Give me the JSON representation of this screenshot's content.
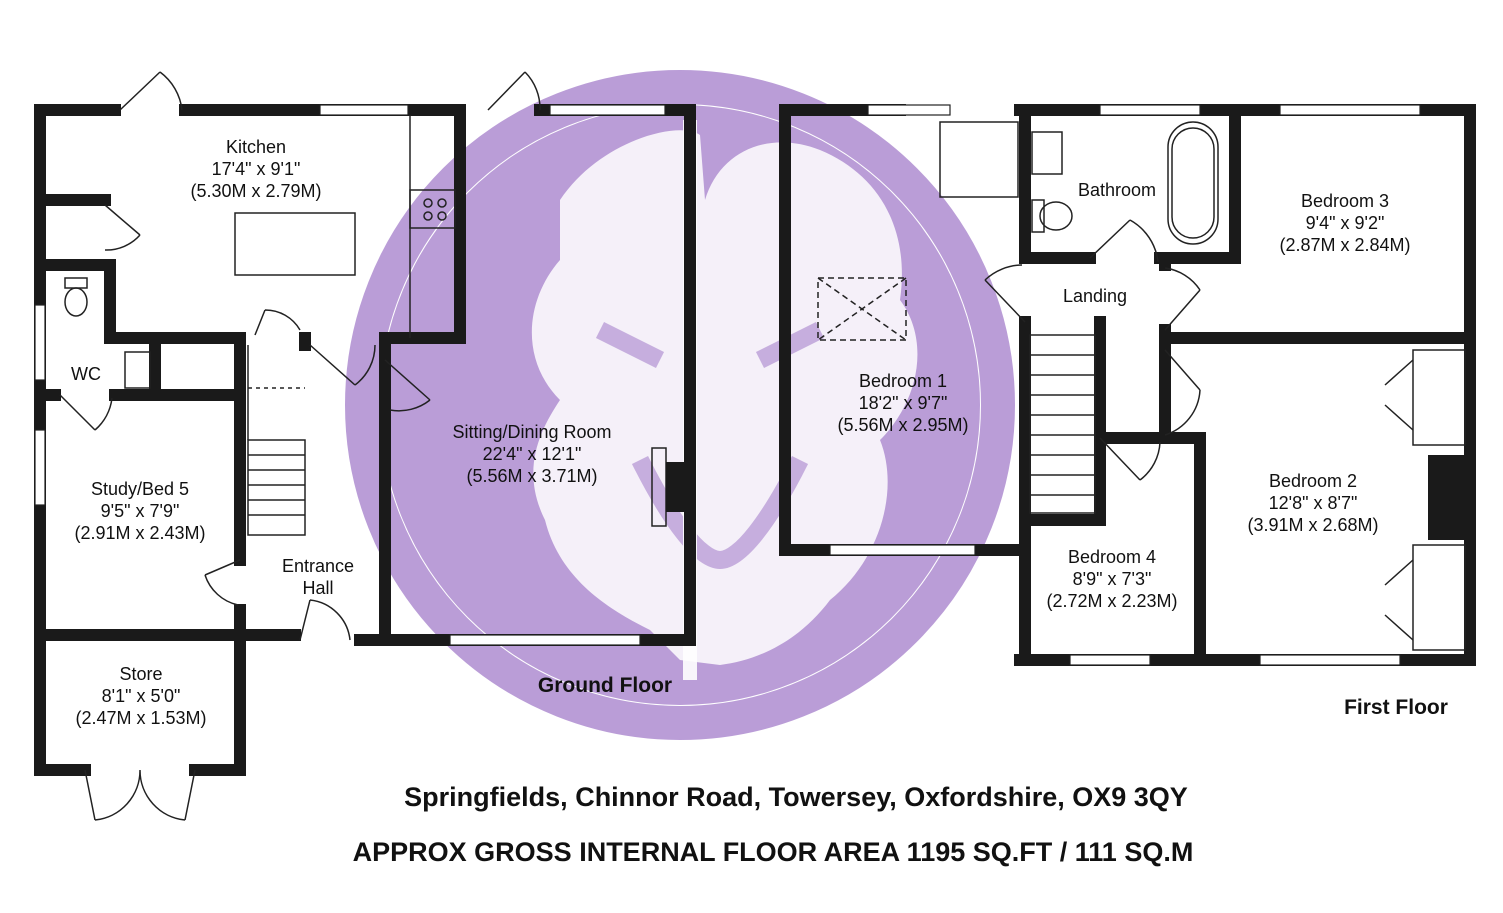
{
  "ground_floor": {
    "label": "Ground Floor",
    "rooms": [
      {
        "id": "kitchen",
        "name": "Kitchen",
        "dim_imperial": "17'4\" x 9'1\"",
        "dim_metric": "(5.30M x 2.79M)"
      },
      {
        "id": "wc",
        "name": "WC"
      },
      {
        "id": "study",
        "name": "Study/Bed 5",
        "dim_imperial": "9'5\" x 7'9\"",
        "dim_metric": "(2.91M x 2.43M)"
      },
      {
        "id": "entrance",
        "name_line1": "Entrance",
        "name_line2": "Hall"
      },
      {
        "id": "sitting",
        "name": "Sitting/Dining Room",
        "dim_imperial": "22'4\" x 12'1\"",
        "dim_metric": "(5.56M x 3.71M)"
      },
      {
        "id": "store",
        "name": "Store",
        "dim_imperial": "8'1\" x 5'0\"",
        "dim_metric": "(2.47M x 1.53M)"
      }
    ]
  },
  "first_floor": {
    "label": "First Floor",
    "rooms": [
      {
        "id": "bedroom1",
        "name": "Bedroom 1",
        "dim_imperial": "18'2\" x 9'7\"",
        "dim_metric": "(5.56M x 2.95M)"
      },
      {
        "id": "bathroom",
        "name": "Bathroom"
      },
      {
        "id": "landing",
        "name": "Landing"
      },
      {
        "id": "bedroom3",
        "name": "Bedroom 3",
        "dim_imperial": "9'4\" x 9'2\"",
        "dim_metric": "(2.87M x 2.84M)"
      },
      {
        "id": "bedroom2",
        "name": "Bedroom 2",
        "dim_imperial": "12'8\" x 8'7\"",
        "dim_metric": "(3.91M x 2.68M)"
      },
      {
        "id": "bedroom4",
        "name": "Bedroom 4",
        "dim_imperial": "8'9\" x 7'3\"",
        "dim_metric": "(2.72M x 2.23M)"
      }
    ]
  },
  "footer": {
    "address": "Springfields, Chinnor Road, Towersey, Oxfordshire, OX9 3QY",
    "area": "APPROX GROSS INTERNAL FLOOR AREA 1195 SQ.FT / 111 SQ.M"
  },
  "watermark": {
    "icon": "lion-head-logo-icon",
    "color": "#a682cc"
  },
  "colors": {
    "walls": "#1a1a1a",
    "background": "#ffffff"
  }
}
